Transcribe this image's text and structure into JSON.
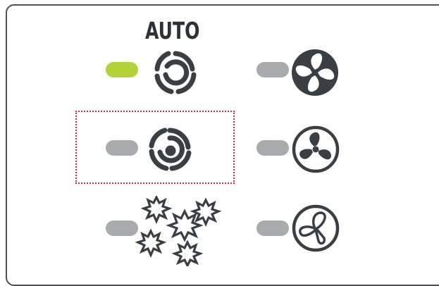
{
  "panel": {
    "auto_label": "AUTO"
  },
  "modes": [
    {
      "id": "auto",
      "led_state": "on",
      "icon": "swirl-icon"
    },
    {
      "id": "swirl-center",
      "led_state": "off",
      "icon": "swirl-dot-icon"
    },
    {
      "id": "sparkle",
      "led_state": "off",
      "icon": "sparkle-icon"
    }
  ],
  "fan_speeds": [
    {
      "id": "fan-high",
      "led_state": "off",
      "icon": "fan-high-icon"
    },
    {
      "id": "fan-medium",
      "led_state": "off",
      "icon": "fan-medium-icon"
    },
    {
      "id": "fan-low",
      "led_state": "off",
      "icon": "fan-low-icon"
    }
  ],
  "colors": {
    "led_on": "#b4d23a",
    "led_off": "#a9aaab",
    "icon": "#3a3f44",
    "selection": "#e0243a"
  }
}
